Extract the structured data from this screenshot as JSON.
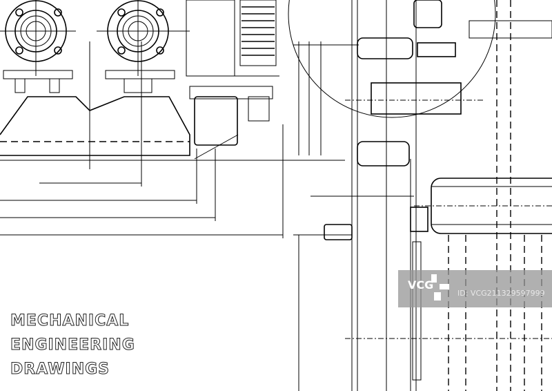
{
  "title_lines": [
    "MECHANICAL",
    "ENGINEERING",
    "DRAWINGS"
  ],
  "watermark": {
    "logo": "VCG",
    "id": "ID: VCG211329597999"
  },
  "colors": {
    "line": "#000000",
    "background": "#ffffff",
    "watermark": "#969696"
  }
}
